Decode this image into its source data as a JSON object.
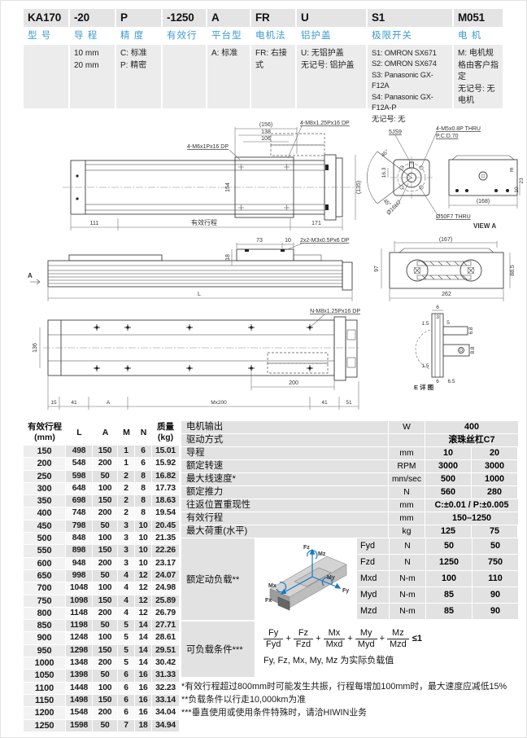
{
  "header": {
    "columns": [
      {
        "code": "KA170",
        "label": "型 号",
        "options": []
      },
      {
        "code": "-20",
        "label": "导 程",
        "options": [
          "10 mm",
          "20 mm"
        ]
      },
      {
        "code": "P",
        "label": "精 度",
        "options": [
          "C: 标准",
          "P: 精密"
        ]
      },
      {
        "code": "-1250",
        "label": "有效行程",
        "options": []
      },
      {
        "code": "A",
        "label": "平台型式",
        "options": [
          "A: 标准"
        ]
      },
      {
        "code": "FR",
        "label": "电机法兰",
        "options": [
          "FR: 右接式"
        ]
      },
      {
        "code": "U",
        "label": "铝护盖",
        "options": [
          "U: 无铝护盖",
          "无记号: 铝护盖"
        ]
      },
      {
        "code": "S1",
        "label": "极限开关",
        "options": [
          "S1: OMRON SX671",
          "S2: OMRON SX674",
          "S3: Panasonic GX-F12A",
          "S4: Panasonic GX-F12A-P",
          "无记号: 无"
        ]
      },
      {
        "code": "M051",
        "label": "电 机",
        "options": [
          "M: 电机规格由客户指定",
          "无记号: 无电机"
        ]
      }
    ]
  },
  "drawings": {
    "top": {
      "d156": "(156)",
      "d138": "138",
      "d106": "106",
      "m6": "4-M6x1Px16 DP",
      "m8": "4-M8x1.25Px16 DP",
      "d154": "154",
      "d135": "(135)",
      "d111": "111",
      "stroke": "有效行程",
      "d171": "171"
    },
    "viewa": {
      "key": "5JS9",
      "m5": "4-M5x0.8P THRU",
      "pcd": "P.C.D.70",
      "a45a": "45°",
      "a45b": "45°",
      "d163": "16.3",
      "d16h7": "Ø16H7",
      "d50f7": "Ø50F7 THRU",
      "d168": "(168)",
      "e": "E",
      "d10": "10",
      "d23": "23",
      "title": "VIEW A"
    },
    "side": {
      "a": "A",
      "d18": "18",
      "d73": "73",
      "d10": "10",
      "m3": "2x2-M3x0.5Px6 DP",
      "l": "L"
    },
    "motortop": {
      "d167": "(167)",
      "d97": "97",
      "d885": "88.5",
      "d262": "262"
    },
    "bottom": {
      "nm8": "N-M8x1.25Px16 DP",
      "d136": "136",
      "d200": "200",
      "d15": "15",
      "d41a": "41",
      "a": "A",
      "mx200": "Mx200",
      "d41b": "41",
      "d51": "51"
    },
    "edetail": {
      "d6a": "6",
      "d3": "3",
      "d15a": "1.5",
      "d5": "5",
      "d68": "6.8",
      "d88": "8.8",
      "d15b": "1.5",
      "d6b": "6",
      "d65": "6.5",
      "title": "E 详 图"
    }
  },
  "stroke_table": {
    "headers": {
      "c0a": "有效行程",
      "c0b": "(mm)",
      "c1": "L",
      "c2": "A",
      "c3": "M",
      "c4": "N",
      "c5a": "质量",
      "c5b": "(kg)"
    },
    "rows": [
      [
        "150",
        "498",
        "150",
        "1",
        "6",
        "15.01"
      ],
      [
        "200",
        "548",
        "200",
        "1",
        "6",
        "15.92"
      ],
      [
        "250",
        "598",
        "50",
        "2",
        "8",
        "16.82"
      ],
      [
        "300",
        "648",
        "100",
        "2",
        "8",
        "17.73"
      ],
      [
        "350",
        "698",
        "150",
        "2",
        "8",
        "18.63"
      ],
      [
        "400",
        "748",
        "200",
        "2",
        "8",
        "19.54"
      ],
      [
        "450",
        "798",
        "50",
        "3",
        "10",
        "20.45"
      ],
      [
        "500",
        "848",
        "100",
        "3",
        "10",
        "21.35"
      ],
      [
        "550",
        "898",
        "150",
        "3",
        "10",
        "22.26"
      ],
      [
        "600",
        "948",
        "200",
        "3",
        "10",
        "23.17"
      ],
      [
        "650",
        "998",
        "50",
        "4",
        "12",
        "24.07"
      ],
      [
        "700",
        "1048",
        "100",
        "4",
        "12",
        "24.98"
      ],
      [
        "750",
        "1098",
        "150",
        "4",
        "12",
        "25.89"
      ],
      [
        "800",
        "1148",
        "200",
        "4",
        "12",
        "26.79"
      ],
      [
        "850",
        "1198",
        "50",
        "5",
        "14",
        "27.71"
      ],
      [
        "900",
        "1248",
        "100",
        "5",
        "14",
        "28.61"
      ],
      [
        "950",
        "1298",
        "150",
        "5",
        "14",
        "29.51"
      ],
      [
        "1000",
        "1348",
        "200",
        "5",
        "14",
        "30.42"
      ],
      [
        "1050",
        "1398",
        "50",
        "6",
        "16",
        "31.33"
      ],
      [
        "1100",
        "1448",
        "100",
        "6",
        "16",
        "32.23"
      ],
      [
        "1150",
        "1498",
        "150",
        "6",
        "16",
        "33.14"
      ],
      [
        "1200",
        "1548",
        "200",
        "6",
        "16",
        "34.04"
      ],
      [
        "1250",
        "1598",
        "50",
        "7",
        "18",
        "34.94"
      ]
    ]
  },
  "spec_table": {
    "rows": [
      {
        "label": "电机输出",
        "unit": "W",
        "values": [
          "400"
        ],
        "span": true
      },
      {
        "label": "驱动方式",
        "unit": "",
        "values": [
          "滚珠丝杠C7"
        ],
        "span": true
      },
      {
        "label": "导程",
        "unit": "mm",
        "values": [
          "10",
          "20"
        ]
      },
      {
        "label": "额定转速",
        "unit": "RPM",
        "values": [
          "3000",
          "3000"
        ]
      },
      {
        "label": "最大线速度*",
        "unit": "mm/sec",
        "values": [
          "500",
          "1000"
        ]
      },
      {
        "label": "额定推力",
        "unit": "N",
        "values": [
          "560",
          "280"
        ]
      },
      {
        "label": "往返位置重现性",
        "unit": "mm",
        "values": [
          "C:±0.01 / P:±0.005"
        ],
        "span": true
      },
      {
        "label": "有效行程",
        "unit": "mm",
        "values": [
          "150–1250"
        ],
        "span": true
      },
      {
        "label": "最大荷重(水平)",
        "unit": "kg",
        "values": [
          "125",
          "75"
        ]
      }
    ],
    "dynamic_load": {
      "label": "额定动负载**",
      "rows": [
        {
          "name": "Fyd",
          "unit": "N",
          "values": [
            "50",
            "50"
          ]
        },
        {
          "name": "Fzd",
          "unit": "N",
          "values": [
            "1250",
            "750"
          ]
        },
        {
          "name": "Mxd",
          "unit": "N-m",
          "values": [
            "100",
            "110"
          ]
        },
        {
          "name": "Myd",
          "unit": "N-m",
          "values": [
            "85",
            "90"
          ]
        },
        {
          "name": "Mzd",
          "unit": "N-m",
          "values": [
            "85",
            "90"
          ]
        }
      ],
      "diagram_labels": [
        "Fz",
        "Mz",
        "Fy",
        "My",
        "Mx",
        "Fx"
      ]
    },
    "load_condition": {
      "label": "可负载条件***",
      "formula_terms": [
        [
          "Fy",
          "Fyd"
        ],
        [
          "Fz",
          "Fzd"
        ],
        [
          "Mx",
          "Mxd"
        ],
        [
          "My",
          "Myd"
        ],
        [
          "Mz",
          "Mzd"
        ]
      ],
      "formula_suffix": "≤1",
      "note": "Fy, Fz, Mx, My, Mz 为实际负载值"
    },
    "footnotes": [
      "*有效行程超过800mm时可能发生共振，行程每增加100mm时，最大速度应减低15%",
      "**负载条件以行走10,000km为准",
      "***垂直使用或使用条件特殊时，请洽HIWIN业务"
    ]
  }
}
